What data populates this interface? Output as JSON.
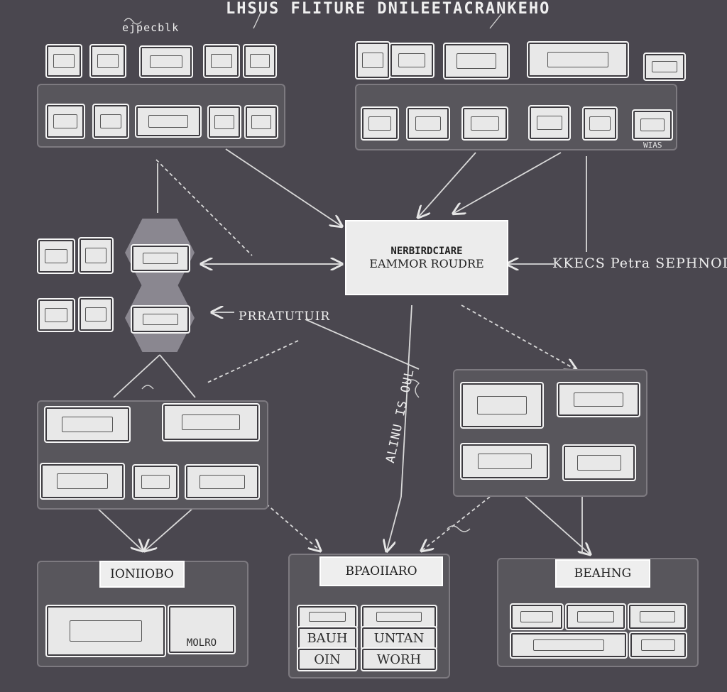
{
  "title": "LHSUS FLITURE DNILEETACRANKEHO",
  "top_left_label": "ejpecblk",
  "core": {
    "line1": "NERBIRDCIARE",
    "line2": "EAMMOR ROUDRE"
  },
  "right_label": "KKECS Petra SEPHNOI",
  "mid_left_label": "PRRATUTUIR",
  "vertical_label": "ALINU IS OUL",
  "groups": {
    "bottom_left": "IONIIOBO",
    "bottom_center": "BPAOIIARO",
    "bottom_right": "BEAHNG"
  },
  "bottom_center_rows": [
    "BAUH",
    "UNTAN",
    "OIN",
    "WORH"
  ],
  "bottom_left_cell": "MOLRO",
  "right_small_label": "WIAS"
}
